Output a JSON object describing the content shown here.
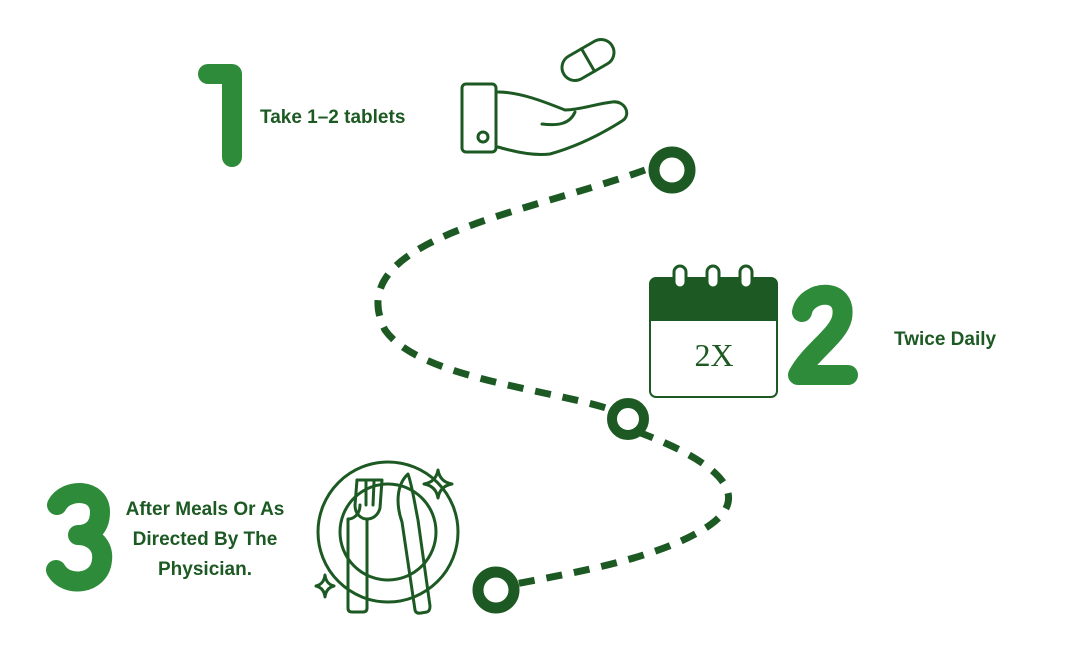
{
  "colors": {
    "accent_green": "#2e8b3a",
    "dark_green": "#1d5a23",
    "background": "#ffffff"
  },
  "steps": [
    {
      "number": "1",
      "label": "Take 1–2 tablets",
      "icon": "hand-with-pill-icon"
    },
    {
      "number": "2",
      "label": "Twice Daily",
      "icon": "calendar-icon",
      "calendar_text": "2X"
    },
    {
      "number": "3",
      "label_lines": [
        "After Meals Or As",
        "Directed By The",
        "Physician."
      ],
      "icon": "plate-fork-knife-icon"
    }
  ]
}
